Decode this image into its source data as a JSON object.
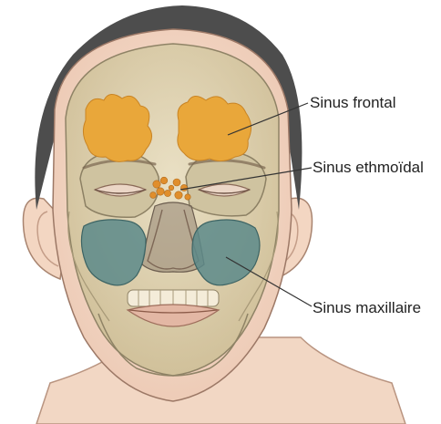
{
  "labels": {
    "frontal": "Sinus frontal",
    "ethmoid": "Sinus ethmoïdal",
    "maxillary": "Sinus maxillaire"
  },
  "colors": {
    "frontal_sinus": "#e9a73a",
    "ethmoid_sinus": "#e08e2c",
    "maxillary_sinus": "#5c8a8a",
    "skin": "#f3d9c8",
    "skull": "#d9cfa9",
    "hair": "#4a4a4a"
  }
}
